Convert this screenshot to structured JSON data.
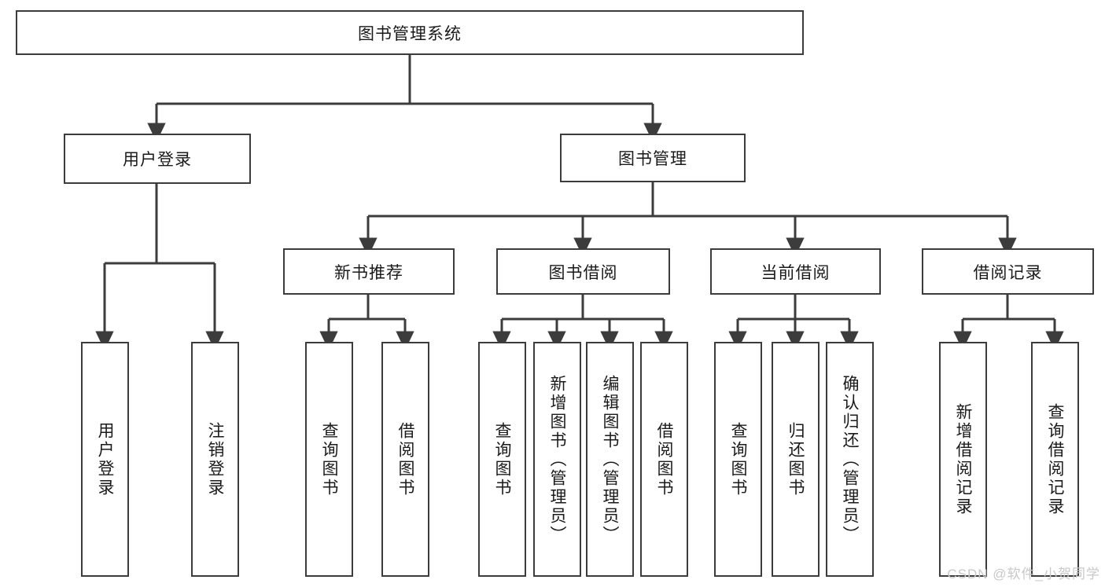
{
  "diagram": {
    "type": "tree-hierarchy",
    "title": "图书管理系统",
    "root": {
      "label": "图书管理系统"
    },
    "level2": [
      {
        "label": "用户登录"
      },
      {
        "label": "图书管理"
      }
    ],
    "level3": [
      {
        "label": "新书推荐"
      },
      {
        "label": "图书借阅"
      },
      {
        "label": "当前借阅"
      },
      {
        "label": "借阅记录"
      }
    ],
    "leaves": [
      {
        "label": "用户登录"
      },
      {
        "label": "注销登录"
      },
      {
        "label": "查询图书"
      },
      {
        "label": "借阅图书"
      },
      {
        "label": "查询图书"
      },
      {
        "label": "新增图书（管理员）"
      },
      {
        "label": "编辑图书（管理员）"
      },
      {
        "label": "借阅图书"
      },
      {
        "label": "查询图书"
      },
      {
        "label": "归还图书"
      },
      {
        "label": "确认归还（管理员）"
      },
      {
        "label": "新增借阅记录"
      },
      {
        "label": "查询借阅记录"
      }
    ],
    "watermark": "CSDN @软件_小贺同学",
    "colors": {
      "line": "#3c3c3c",
      "box_border": "#3c3c3c",
      "box_fill": "#ffffff",
      "text": "#1a1a1a",
      "background": "#ffffff",
      "watermark": "#c8c8c8"
    }
  }
}
